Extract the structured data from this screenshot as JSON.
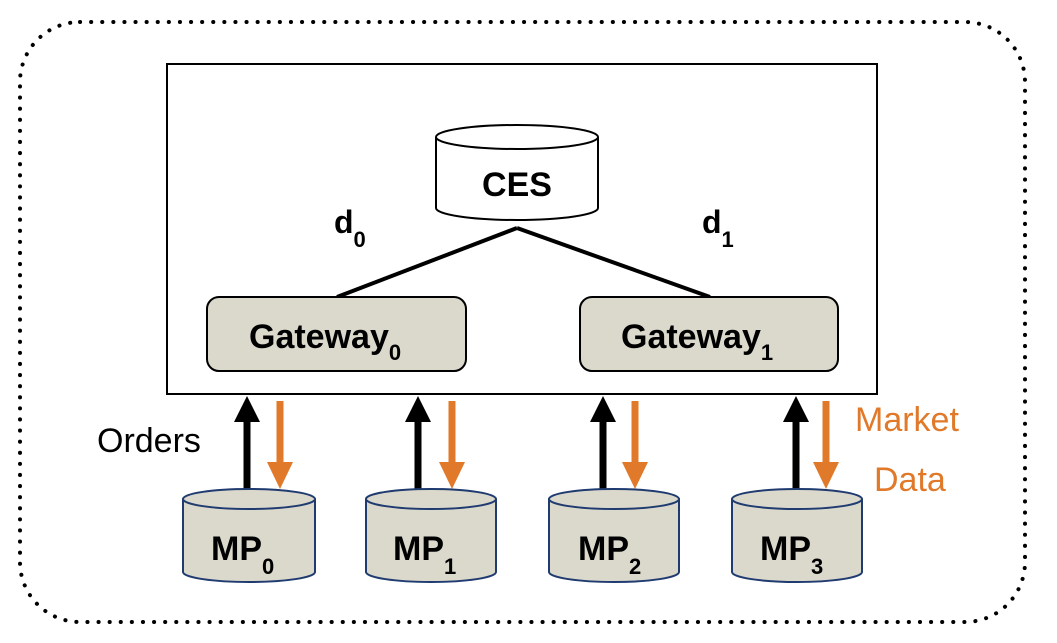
{
  "diagram": {
    "central_db": {
      "label": "CES"
    },
    "links": [
      {
        "label": "d",
        "sub": "0"
      },
      {
        "label": "d",
        "sub": "1"
      }
    ],
    "gateways": [
      {
        "label": "Gateway",
        "sub": "0"
      },
      {
        "label": "Gateway",
        "sub": "1"
      }
    ],
    "participants": [
      {
        "label": "MP",
        "sub": "0"
      },
      {
        "label": "MP",
        "sub": "1"
      },
      {
        "label": "MP",
        "sub": "2"
      },
      {
        "label": "MP",
        "sub": "3"
      }
    ],
    "legend": {
      "orders": "Orders",
      "market_line1": "Market",
      "market_line2": "Data"
    },
    "colors": {
      "gateway_fill": "#dbd8cc",
      "mp_fill": "#dbd8cc",
      "mp_stroke": "#1f3b70",
      "market_data": "#e07a2a",
      "orders": "#000000"
    }
  }
}
